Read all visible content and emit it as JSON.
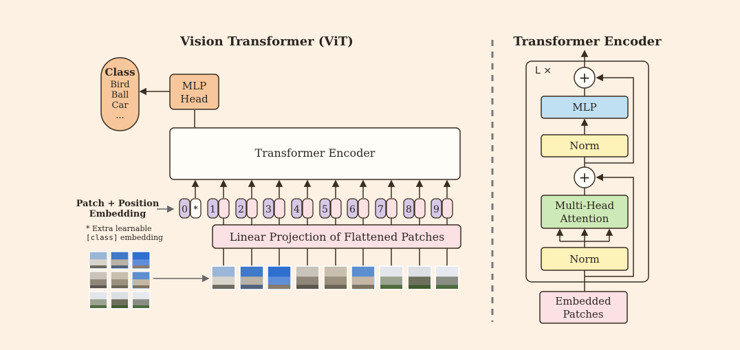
{
  "vit": {
    "title": "Vision Transformer (ViT)",
    "class_box": {
      "heading": "Class",
      "items": [
        "Bird",
        "Ball",
        "Car",
        "..."
      ]
    },
    "mlp_head": {
      "line1": "MLP",
      "line2": "Head"
    },
    "encoder_label": "Transformer Encoder",
    "linear_projection_label": "Linear Projection of Flattened Patches",
    "patch_position": {
      "line1": "Patch + Position",
      "line2": "Embedding"
    },
    "extra_note": {
      "line1": "* Extra learnable",
      "line2_code": "[class]",
      "line2_rest": " embedding"
    },
    "tokens": [
      {
        "index": "0",
        "special": "*"
      },
      {
        "index": "1"
      },
      {
        "index": "2"
      },
      {
        "index": "3"
      },
      {
        "index": "4"
      },
      {
        "index": "5"
      },
      {
        "index": "6"
      },
      {
        "index": "7"
      },
      {
        "index": "8"
      },
      {
        "index": "9"
      }
    ]
  },
  "encoder_block": {
    "title": "Transformer Encoder",
    "repeat_label": "L ×",
    "mlp_label": "MLP",
    "norm_top_label": "Norm",
    "attention": {
      "line1": "Multi-Head",
      "line2": "Attention"
    },
    "norm_bottom_label": "Norm",
    "input": {
      "line1": "Embedded",
      "line2": "Patches"
    },
    "plus_symbol": "+"
  },
  "colors": {
    "background": "#fdf1e4",
    "stroke": "#3a2e22",
    "orange_fill": "#f7c79b",
    "pink_fill": "#fce1e4",
    "purple_fill": "#d6c8e6",
    "blue_fill": "#bfe0f2",
    "yellow_fill": "#fdf2b8",
    "green_fill": "#cde9b7",
    "white_fill": "#fffdf8"
  }
}
